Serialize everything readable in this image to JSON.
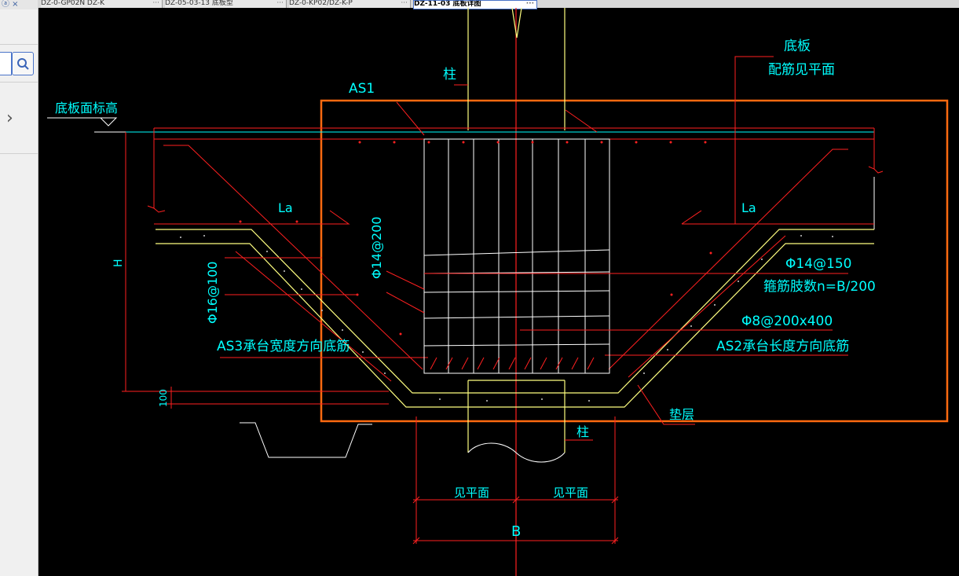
{
  "window": {
    "title_glyph": "ⓐ ×"
  },
  "tabs": [
    {
      "label": "DZ-0-GP02N DZ-K",
      "more": "···",
      "active": false
    },
    {
      "label": "DZ-05-03-13 底板型",
      "more": "···",
      "active": false
    },
    {
      "label": "DZ-0-KP02/DZ-K-P",
      "more": "···",
      "active": false
    },
    {
      "label": "DZ-11-03 底板详图",
      "more": "···",
      "active": true
    }
  ],
  "drawing": {
    "labels": {
      "zhu_top": "柱",
      "as1": "AS1",
      "diban": "底板",
      "peijin": "配筋见平面",
      "dibanmian": "底板面标高",
      "la_left": "La",
      "la_right": "La",
      "phi14_200": "Φ14@200",
      "phi16_100": "Φ16@100",
      "h": "H",
      "phi14_150": "Φ14@150",
      "gujin": "箍筋肢数n=B/200",
      "phi8": "Φ8@200x400",
      "as2": "AS2承台长度方向底筋",
      "as3": "AS3承台宽度方向底筋",
      "dim100": "100",
      "dianceng": "垫层",
      "zhu_bottom": "柱",
      "jian_left": "见平面",
      "jian_right": "见平面",
      "b": "B"
    },
    "colors": {
      "red": "#ff2020",
      "cyan": "#00ffff",
      "white": "#ffffff",
      "yellow": "#ffff80",
      "orange": "#ff6a10"
    }
  }
}
